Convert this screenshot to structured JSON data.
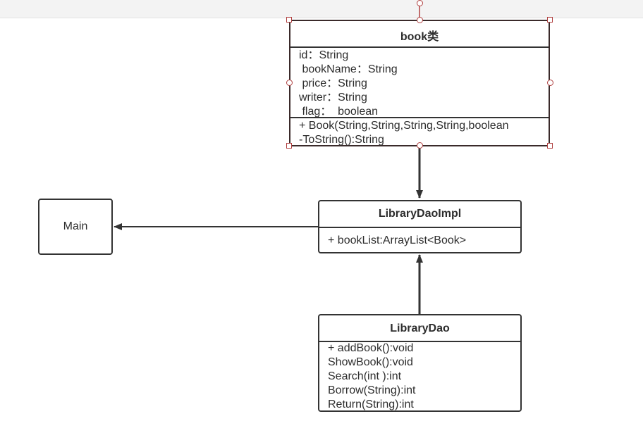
{
  "book_class": {
    "title": "book类",
    "attributes": [
      "id：String",
      " bookName：String",
      " price：String",
      "writer：String",
      " flag：  boolean"
    ],
    "methods": [
      "+ Book(String,String,String,String,boolean",
      "-ToString():String"
    ]
  },
  "impl_class": {
    "title": "LibraryDaoImpl",
    "attributes": [
      "+ bookList:ArrayList<Book>"
    ]
  },
  "dao_class": {
    "title": "LibraryDao",
    "methods": [
      "+ addBook():void",
      "ShowBook():void",
      "Search(int ):int",
      "Borrow(String):int",
      "Return(String):int"
    ]
  },
  "main_box": {
    "label": "Main"
  },
  "colors": {
    "stroke": "#333333",
    "selection": "#b04040"
  }
}
